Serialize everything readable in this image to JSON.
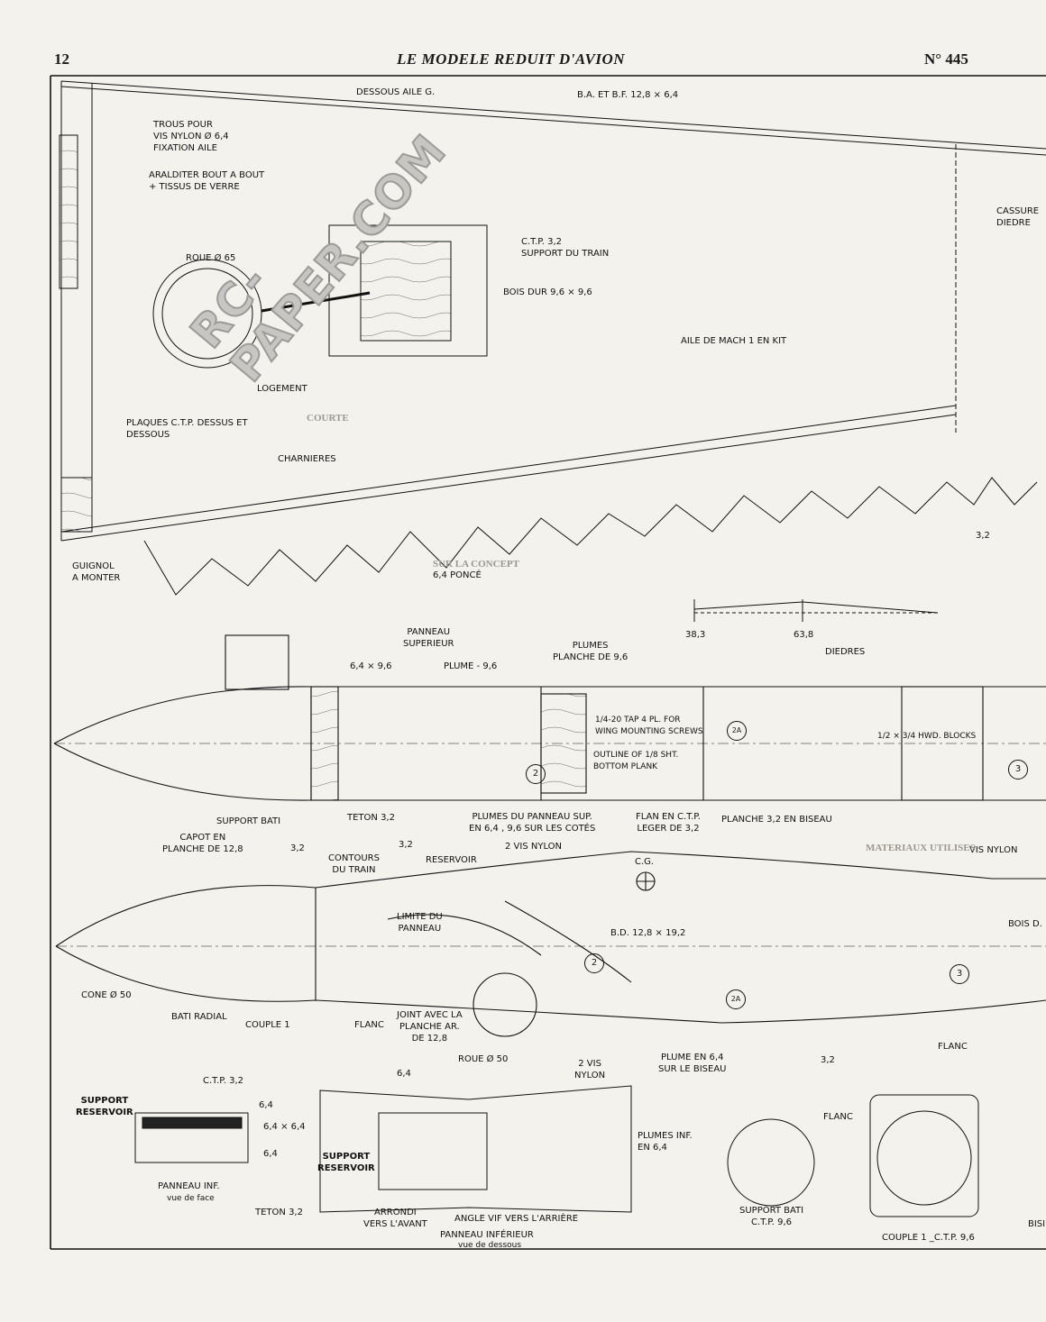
{
  "header": {
    "page_number": "12",
    "title": "LE MODELE REDUIT D'AVION",
    "issue": "N° 445"
  },
  "watermark": {
    "text": "RC-PAPER.COM"
  },
  "wing": {
    "labels": {
      "dessous_aile": "DESSOUS AILE G.",
      "ba_bf": "B.A. ET B.F. 12,8 × 6,4",
      "trous": "TROUS POUR\nVIS NYLON Ø 6,4\nFIXATION AILE",
      "araldite": "ARALDITER BOUT A BOUT\n+ TISSUS DE VERRE",
      "ctp_support": "C.T.P. 3,2\nSUPPORT DU TRAIN",
      "roue65": "ROUE Ø 65",
      "bois_dur": "BOIS DUR 9,6 × 9,6",
      "cassure": "CASSURE\nDIEDRE",
      "aile_mach": "AILE DE MACH 1 EN KIT",
      "logement": "LOGEMENT",
      "plaques": "PLAQUES C.T.P. DESSUS ET\nDESSOUS",
      "charnieres": "CHARNIERES",
      "guignol": "GUIGNOL\nA MONTER",
      "ponce": "6,4 PONCÉ",
      "dim32": "3,2"
    }
  },
  "diedres": {
    "label": "DIEDRES",
    "left": "38,3",
    "right": "63,8"
  },
  "top_view": {
    "labels": {
      "panneau_sup": "PANNEAU\nSUPERIEUR",
      "dim_64_96": "6,4 × 9,6",
      "plume": "PLUME - 9,6",
      "plumes_planche": "PLUMES\nPLANCHE DE 9,6",
      "tap": "1/4-20 TAP 4 PL. FOR\nWING MOUNTING SCREWS",
      "outline": "OUTLINE OF 1/8 SHT.\nBOTTOM PLANK",
      "hwd": "1/2 × 3/4 HWD. BLOCKS",
      "support_bati": "SUPPORT BATI",
      "teton": "TETON 3,2",
      "plumes_panneau": "PLUMES DU PANNEAU SUP.\nEN 6,4 , 9,6 SUR LES COTÉS",
      "flan_ctp": "FLAN EN C.T.P.\nLEGER DE 3,2",
      "planche_biseau": "PLANCHE 3,2 EN BISEAU"
    }
  },
  "side_view": {
    "labels": {
      "capot": "CAPOT EN\nPLANCHE DE 12,8",
      "dim32a": "3,2",
      "contours": "CONTOURS\nDU TRAIN",
      "dim32b": "3,2",
      "reservoir": "RESERVOIR",
      "vis_nylon2": "2 VIS NYLON",
      "cg": "C.G.",
      "vis_nylon": "VIS NYLON",
      "limite": "LIMITE DU\nPANNEAU",
      "bd": "B.D. 12,8 × 19,2",
      "bois_d": "BOIS D.",
      "cone": "CONE Ø 50",
      "bati_radial": "BATI RADIAL",
      "couple1": "COUPLE 1",
      "flanc": "FLANC",
      "joint": "JOINT AVEC LA\nPLANCHE AR.\nDE 12,8",
      "roue50": "ROUE Ø 50",
      "vis2": "2 VIS\nNYLON",
      "plume_biseau": "PLUME EN 6,4\nSUR LE BISEAU",
      "dim32c": "3,2",
      "flanc2": "FLANC"
    }
  },
  "bottom_details": {
    "labels": {
      "ctp32": "C.T.P. 3,2",
      "support_res": "SUPPORT\nRESERVOIR",
      "d64a": "6,4",
      "d64x64": "6,4 × 6,4",
      "d64b": "6,4",
      "panneau_inf_face": "PANNEAU INF.",
      "vue_face": "vue de face",
      "teton": "TETON 3,2",
      "d64c": "6,4",
      "support_res2": "SUPPORT\nRESERVOIR",
      "plumes_inf": "PLUMES INF.\nEN 6,4",
      "arrondi": "ARRONDI\nVERS L'AVANT",
      "angle_vif": "ANGLE VIF VERS L'ARRIÈRE",
      "panneau_inf_dessous": "PANNEAU INFÉRIEUR",
      "vue_dessous": "vue de dessous",
      "flanc": "FLANC",
      "support_bati": "SUPPORT BATI\nC.T.P. 9,6",
      "couple1": "COUPLE 1 _C.T.P. 9,6",
      "bisi": "BISI"
    }
  },
  "callouts": [
    "2",
    "2A",
    "3"
  ],
  "ghost_text": [
    "COURTE",
    "SUR LA CONCEPT",
    "MATERIAUX UTILISES"
  ]
}
